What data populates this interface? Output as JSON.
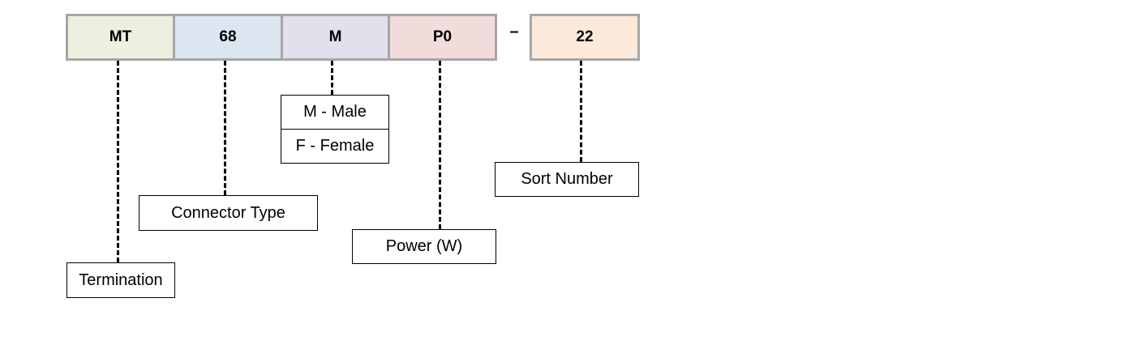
{
  "part_code": {
    "segments": [
      {
        "key": "termination",
        "code": "MT",
        "color": "#ebf1de"
      },
      {
        "key": "connector_type",
        "code": "68",
        "color": "#dce6f1"
      },
      {
        "key": "gender",
        "code": "M",
        "color": "#e4dfec"
      },
      {
        "key": "power",
        "code": "P0",
        "color": "#f2dcdb"
      },
      {
        "key": "sort_number",
        "code": "22",
        "color": "#fde9d9"
      }
    ],
    "separator": "–"
  },
  "labels": {
    "termination": "Termination",
    "connector_type": "Connector Type",
    "gender_options": [
      "M - Male",
      "F - Female"
    ],
    "power": "Power (W)",
    "sort_number": "Sort Number"
  },
  "colors": {
    "segment_border": "#a6a6a6",
    "line": "#000000"
  }
}
